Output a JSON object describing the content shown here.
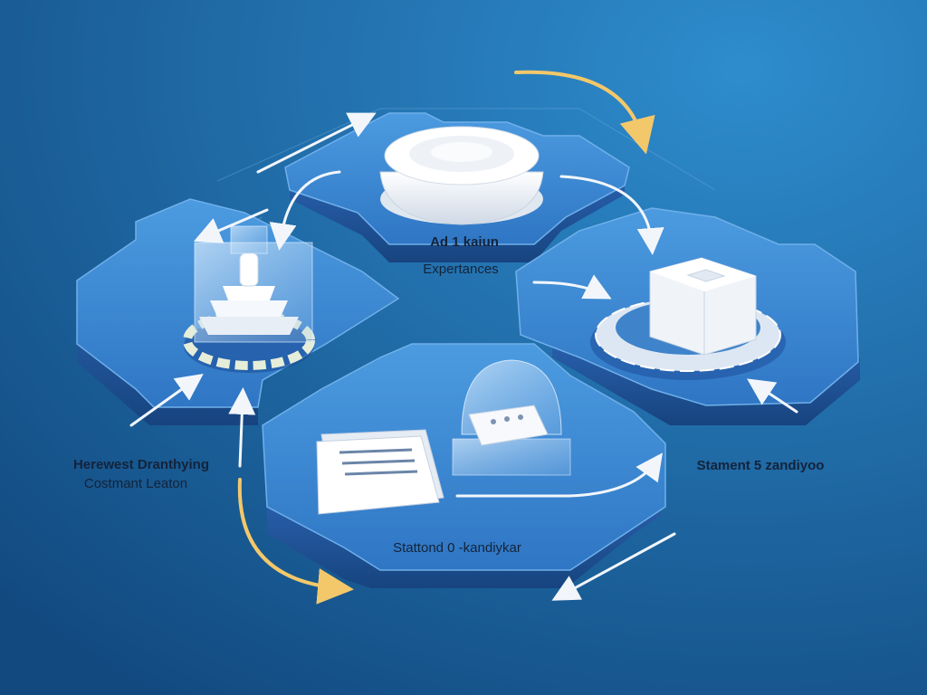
{
  "colors": {
    "background_light": "#2e8ccd",
    "background_dark": "#124a80",
    "platform_top": "#3a86d0",
    "platform_side": "#1d4f9a",
    "accent_arrow_yellow": "#f3c86a",
    "arrow_white": "#f2f6fb",
    "label_text": "#14233a"
  },
  "diagram": {
    "nodes": [
      {
        "id": "top",
        "label_line1": "Ad 1 kaiun",
        "label_line2": "Expertances",
        "icon": "bowl-icon"
      },
      {
        "id": "left",
        "label_line1": "Herewest Dranthying",
        "label_line2": "Costmant Leaton",
        "icon": "layered-tower-icon"
      },
      {
        "id": "right",
        "label_line1": "Stament 5 zandiyoo",
        "label_line2": "",
        "icon": "gear-box-icon"
      },
      {
        "id": "bottom",
        "label_line1": "Stattond 0 -kandiykar",
        "label_line2": "",
        "icon": "document-and-dome-icon"
      }
    ]
  }
}
